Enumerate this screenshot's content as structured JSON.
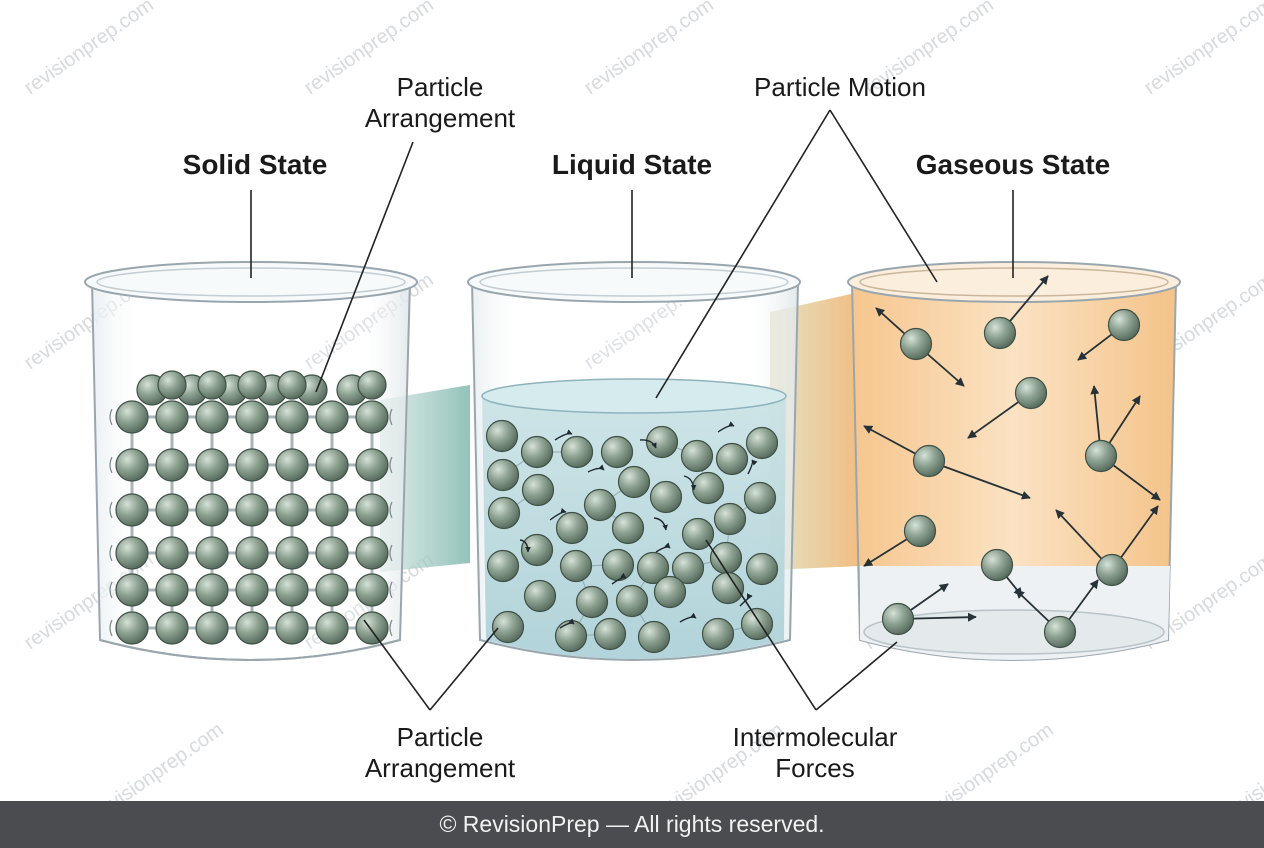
{
  "titles": {
    "solid": "Solid State",
    "liquid": "Liquid State",
    "gas": "Gaseous State"
  },
  "callouts": {
    "top_arrangement": [
      "Particle",
      "Arrangement"
    ],
    "top_motion": "Particle Motion",
    "bottom_arrangement": [
      "Particle",
      "Arrangement"
    ],
    "bottom_forces": [
      "Intermolecular",
      "Forces"
    ]
  },
  "watermark": "revisionprep.com",
  "footer": "© RevisionPrep — All rights reserved.",
  "colors": {
    "particle": "#7f9483",
    "particle_dark": "#44574b",
    "liquid": "#b7d8df",
    "gas_tint": "#f5c58a",
    "liquid_tint": "#7fb7ad",
    "glass": "#dfe6ea",
    "footer_bg": "#4a4c50"
  }
}
